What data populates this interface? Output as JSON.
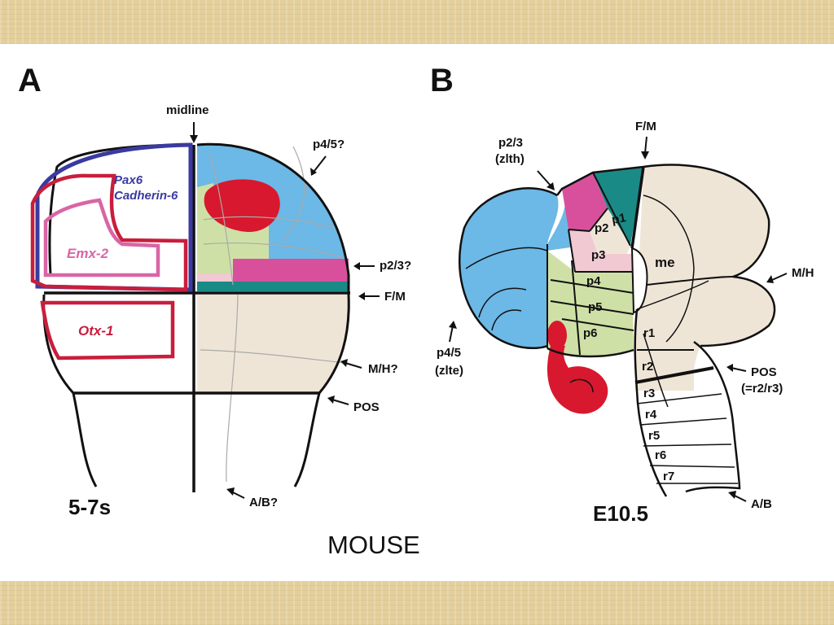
{
  "panel_a": {
    "letter": "A",
    "stage": "5-7s",
    "midline_label": "midline",
    "genes": {
      "pax6": "Pax6",
      "cadherin6": "Cadherin-6",
      "emx2": "Emx-2",
      "otx1": "Otx-1"
    },
    "boundaries": {
      "p45": "p4/5?",
      "p23": "p2/3?",
      "fm": "F/M",
      "mh": "M/H?",
      "pos": "POS",
      "ab": "A/B?"
    }
  },
  "panel_b": {
    "letter": "B",
    "stage": "E10.5",
    "labels": {
      "p23_line1": "p2/3",
      "p23_line2": "(zlth)",
      "fm": "F/M",
      "mh": "M/H",
      "pos_line1": "POS",
      "pos_line2": "(=r2/r3)",
      "p45_line1": "p4/5",
      "p45_line2": "(zlte)",
      "ab": "A/B",
      "me": "me"
    },
    "prosomeres": [
      "p1",
      "p2",
      "p3",
      "p4",
      "p5",
      "p6"
    ],
    "rhombomeres": [
      "r1",
      "r2",
      "r3",
      "r4",
      "r5",
      "r6",
      "r7"
    ]
  },
  "caption": "MOUSE",
  "colors": {
    "blue": "#6cb8e6",
    "red": "#d8182e",
    "magenta": "#d8509c",
    "teal": "#1a8a86",
    "green": "#cfe0a6",
    "tan": "#efe5d7",
    "pink": "#f0c9d2",
    "navy": "#3a3aa0",
    "crimson": "#c81e3c",
    "rose": "#d965a6"
  }
}
